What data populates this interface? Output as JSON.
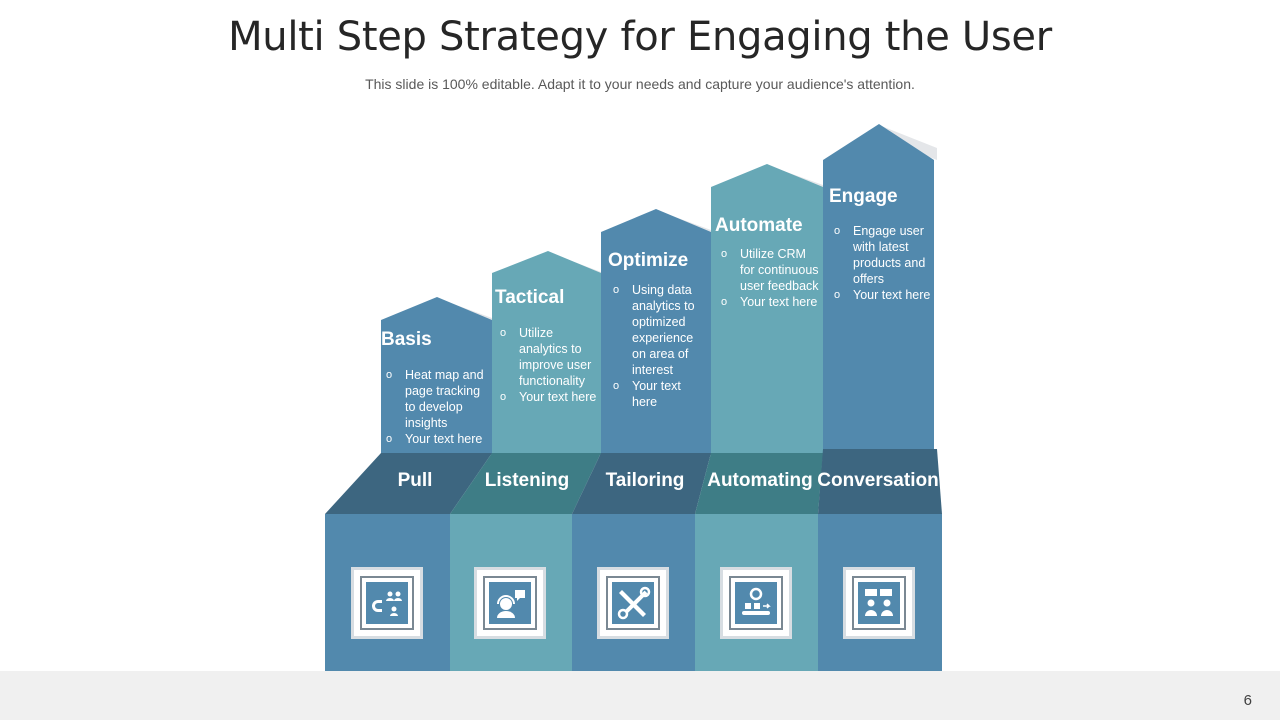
{
  "slide": {
    "title": "Multi Step Strategy for Engaging the User",
    "subtitle": "This slide is 100% editable. Adapt it to your needs and capture your audience's attention.",
    "page_number": "6"
  },
  "colors": {
    "steel_blue": "#5289AD",
    "teal": "#67A8B6",
    "band_dark": "#3D6680",
    "band_teal_dark": "#3E7D86",
    "shadow": "#E4E6E9",
    "footer": "#F0F0F0"
  },
  "steps": [
    {
      "title": "Basis",
      "bullets": [
        "Heat map and page tracking to develop insights",
        "Your text here"
      ],
      "label": "Pull",
      "icon": "magnet-users-icon"
    },
    {
      "title": "Tactical",
      "bullets": [
        "Utilize analytics to improve user functionality",
        "Your text here"
      ],
      "label": "Listening",
      "icon": "headset-support-icon"
    },
    {
      "title": "Optimize",
      "bullets": [
        "Using data analytics to optimized experience on area of interest",
        "Your text here"
      ],
      "label": "Tailoring",
      "icon": "pencil-wrench-icon"
    },
    {
      "title": "Automate",
      "bullets": [
        "Utilize CRM for continuous user feedback",
        "Your text here"
      ],
      "label": "Automating",
      "icon": "conveyor-gear-icon"
    },
    {
      "title": "Engage",
      "bullets": [
        "Engage user with latest products and offers",
        "Your text here"
      ],
      "label": "Conversation",
      "icon": "people-chat-icon"
    }
  ]
}
